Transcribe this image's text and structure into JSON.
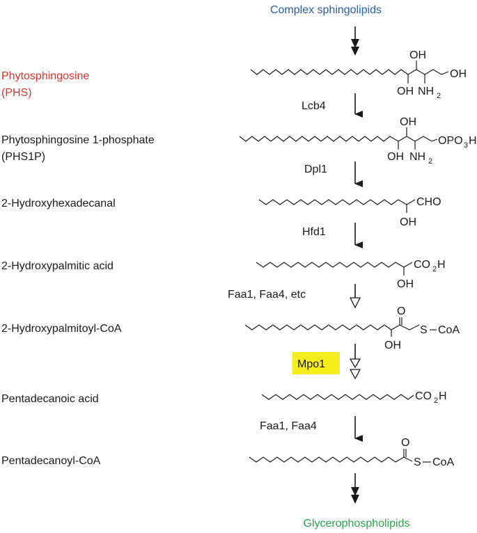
{
  "colors": {
    "text": "#1a1a1a",
    "start_blue": "#2a5caa",
    "phs_red": "#e0302a",
    "end_green": "#2aa84a",
    "highlight": "#f5ee1c"
  },
  "start_label": "Complex sphingolipids",
  "end_label": "Glycerophospholipids",
  "compounds": [
    {
      "line1": "Phytosphingosine",
      "line2": "(PHS)"
    },
    {
      "line1": "Phytosphingosine 1-phosphate",
      "line2": "(PHS1P)"
    },
    {
      "line1": "2-Hydroxyhexadecanal",
      "line2": ""
    },
    {
      "line1": "2-Hydroxypalmitic acid",
      "line2": ""
    },
    {
      "line1": "2-Hydroxypalmitoyl-CoA",
      "line2": ""
    },
    {
      "line1": "Pentadecanoic acid",
      "line2": ""
    },
    {
      "line1": "Pentadecanoyl-CoA",
      "line2": ""
    }
  ],
  "enzymes": [
    "Lcb4",
    "Dpl1",
    "Hfd1",
    "Faa1, Faa4, etc",
    "Mpo1",
    "Faa1, Faa4"
  ],
  "groups": {
    "oh": "OH",
    "nh": "NH",
    "n2": "2",
    "opo": "OPO",
    "o3h_sub": "3",
    "h": "H",
    "cho": "CHO",
    "co": "CO",
    "h_after": "H",
    "o": "O",
    "s": "S",
    "coa": "CoA"
  }
}
